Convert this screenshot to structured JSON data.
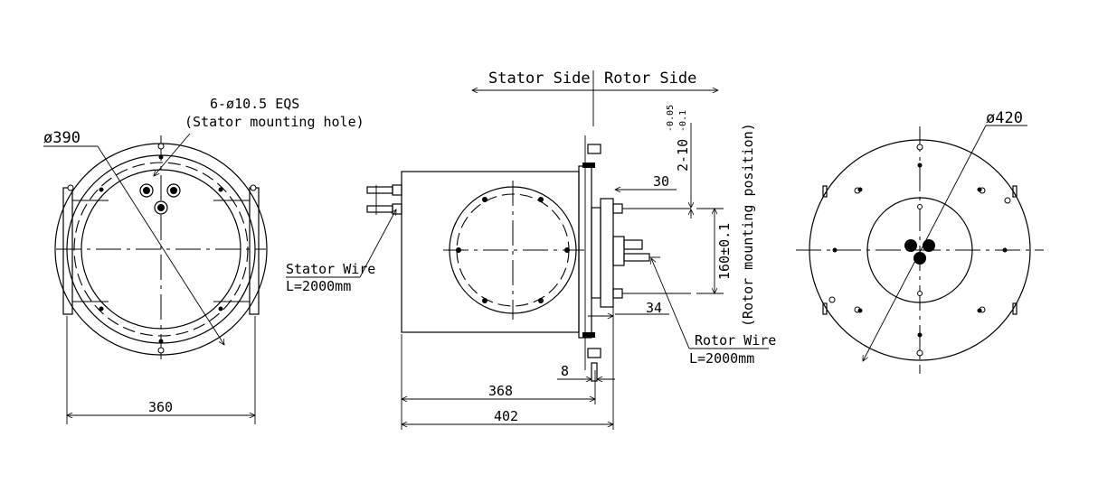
{
  "left_view": {
    "holes_label": "6-ø10.5 EQS",
    "holes_note": "(Stator mounting hole)",
    "diameter_label": "ø390",
    "width_label": "360"
  },
  "side_view": {
    "stator_side": "Stator Side",
    "rotor_side": "Rotor Side",
    "tolerance_base": "2-10",
    "tolerance_upper": "-0.05",
    "tolerance_lower": "-0.1",
    "dim_30": "30",
    "dim_34": "34",
    "dim_8": "8",
    "dim_368": "368",
    "dim_402": "402",
    "dim_160": "160±0.1",
    "rotor_position_note": "(Rotor mounting position)",
    "stator_wire": "Stator Wire",
    "stator_wire_len": "L=2000mm",
    "rotor_wire": "Rotor Wire",
    "rotor_wire_len": "L=2000mm"
  },
  "right_view": {
    "diameter_label": "ø420"
  }
}
